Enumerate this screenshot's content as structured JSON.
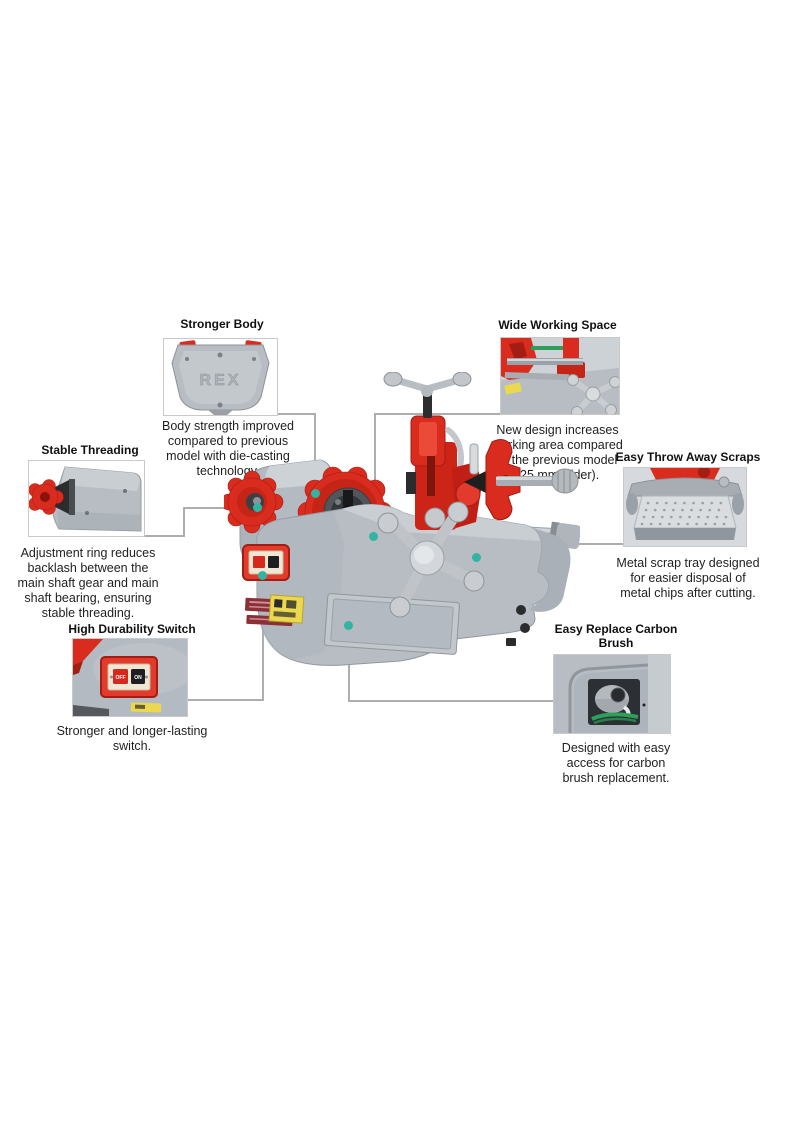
{
  "figure": {
    "subject": "REX pipe threading machine feature diagram",
    "brand_embossed": "REX",
    "accent_red": "#d6281c",
    "body_gray": "#b7bdc3",
    "callout_dot_color": "#31b4a2"
  },
  "callouts": {
    "stronger_body": {
      "title": "Stronger Body",
      "description": [
        "Body strength improved",
        "compared to previous",
        "model with die-casting",
        "technology."
      ]
    },
    "wide_working_space": {
      "title": "Wide Working Space",
      "description": [
        "New design increases",
        "working area compared",
        "to the previous model",
        "(25 mm wider)."
      ]
    },
    "stable_threading": {
      "title": "Stable Threading",
      "description": [
        "Adjustment ring reduces",
        "backlash between the",
        "main shaft gear and main",
        "shaft bearing, ensuring",
        "stable threading."
      ]
    },
    "easy_throw_away_scraps": {
      "title": "Easy Throw Away Scraps",
      "description": [
        "Metal scrap tray designed",
        "for easier disposal of",
        "metal chips after cutting."
      ]
    },
    "high_durability_switch": {
      "title": "High Durability Switch",
      "description": [
        "Stronger and longer-lasting",
        "switch."
      ],
      "switch_off_label": "OFF",
      "switch_on_label": "ON"
    },
    "easy_replace_carbon_brush": {
      "title": "Easy Replace Carbon Brush",
      "description": [
        "Designed with easy",
        "access for carbon",
        "brush replacement."
      ]
    }
  }
}
